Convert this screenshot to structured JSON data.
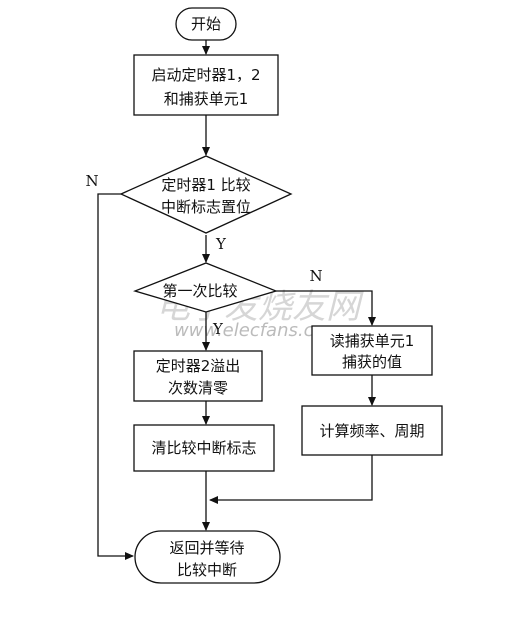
{
  "flowchart": {
    "start": "开始",
    "init_line1": "启动定时器1，2",
    "init_line2": "和捕获单元1",
    "decision1_line1": "定时器1 比较",
    "decision1_line2": "中断标志置位",
    "decision2": "第一次比较",
    "clear_overflow_line1": "定时器2溢出",
    "clear_overflow_line2": "次数清零",
    "clear_flag": "清比较中断标志",
    "read_capture_line1": "读捕获单元1",
    "read_capture_line2": "捕获的值",
    "calculate": "计算频率、周期",
    "end_line1": "返回并等待",
    "end_line2": "比较中断",
    "label_d1_no": "N",
    "label_d1_yes": "Y",
    "label_d2_no": "N",
    "label_d2_yes": "Y"
  },
  "watermark": {
    "site_name_cn": "电子发烧友网",
    "url": "www.elecfans.com"
  }
}
